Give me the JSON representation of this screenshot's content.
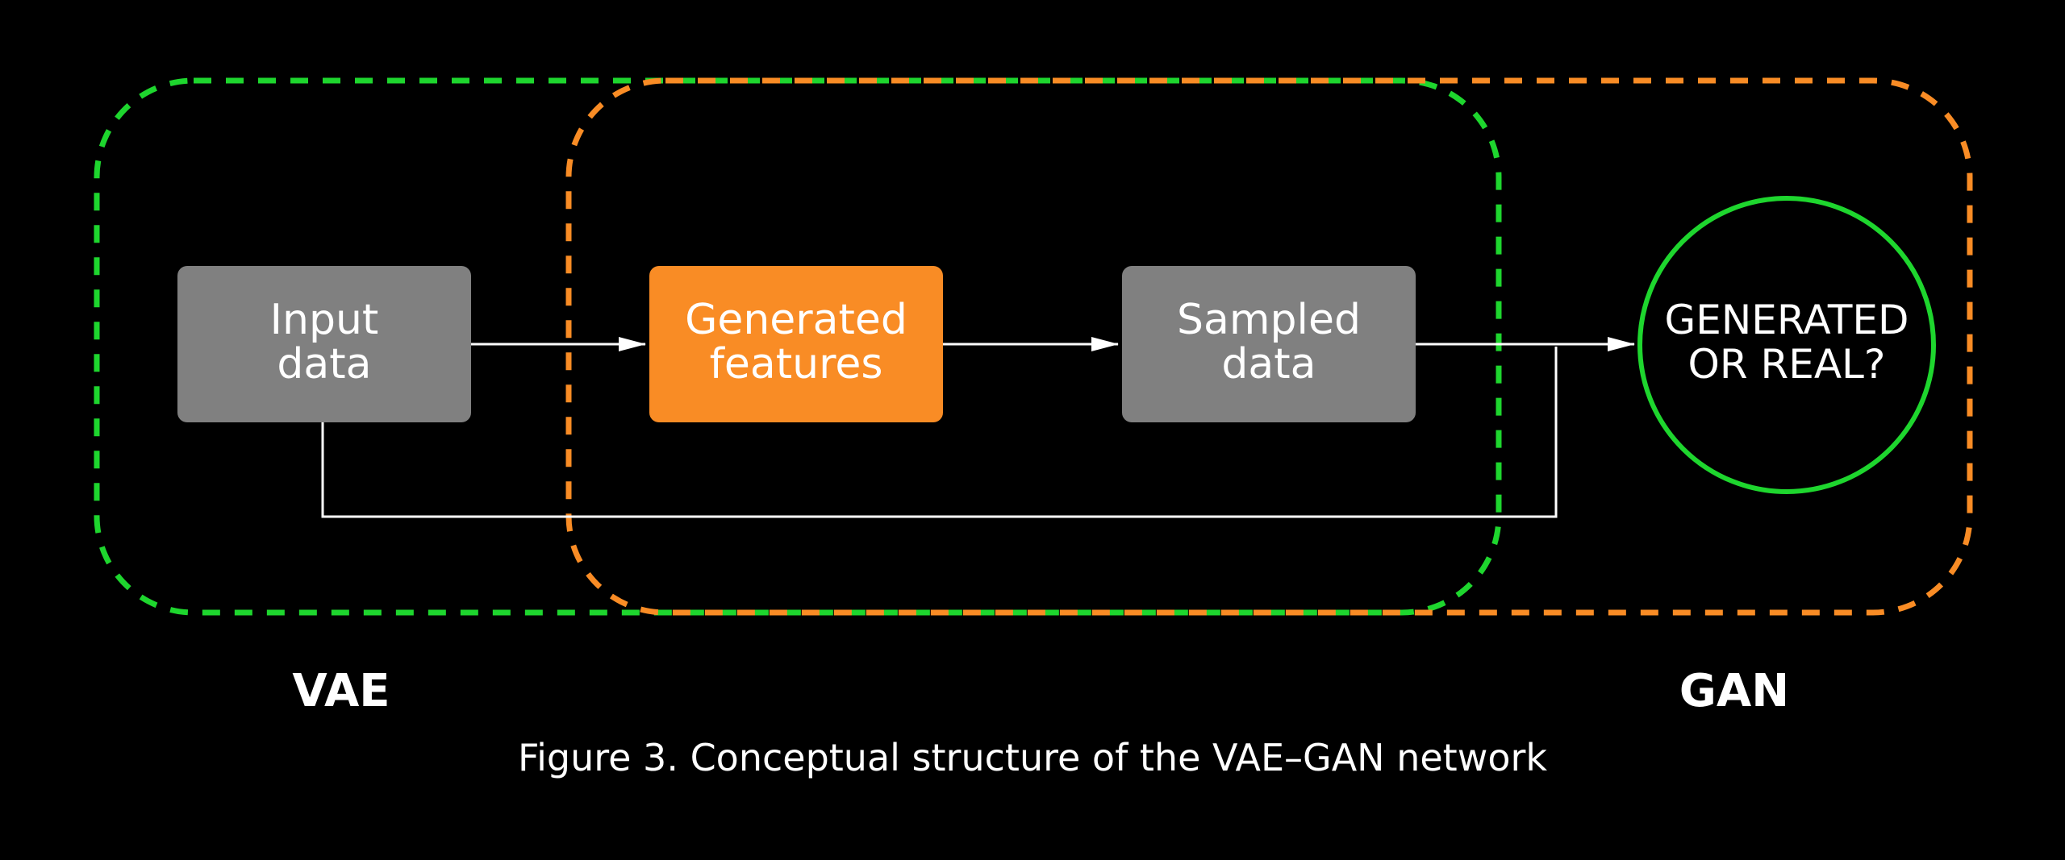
{
  "diagram": {
    "caption": "Figure 3. Conceptual structure of the VAE–GAN network",
    "groups": {
      "vae": {
        "label": "VAE",
        "color": "#1ed62e"
      },
      "gan": {
        "label": "GAN",
        "color": "#f98c25"
      }
    },
    "nodes": {
      "input": {
        "line1": "Input",
        "line2": "data",
        "color": "#808080"
      },
      "features": {
        "line1": "Generated",
        "line2": "features",
        "color": "#f98c25"
      },
      "sampled": {
        "line1": "Sampled",
        "line2": "data",
        "color": "#808080"
      },
      "discriminator": {
        "line1": "GENERATED",
        "line2": "OR REAL?",
        "color": "#1ed62e"
      }
    },
    "edges": [
      {
        "from": "input",
        "to": "features"
      },
      {
        "from": "features",
        "to": "sampled"
      },
      {
        "from": "sampled",
        "to": "discriminator"
      },
      {
        "from": "input",
        "to": "discriminator",
        "via": "bottom-loop"
      }
    ],
    "colors": {
      "background": "#000000",
      "line": "#ffffff",
      "text": "#ffffff"
    }
  }
}
